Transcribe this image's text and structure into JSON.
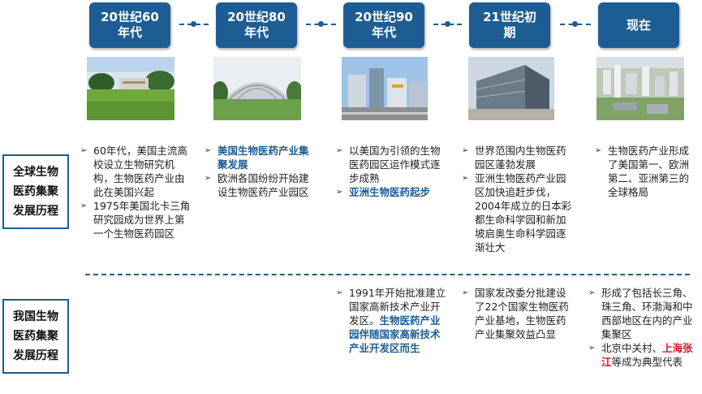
{
  "timeline": {
    "eras": [
      "20世纪60\n年代",
      "20世纪80\n年代",
      "20世纪90\n年代",
      "21世纪初\n期",
      "现在"
    ]
  },
  "row_labels": {
    "global": "全球生物\n医药集聚\n发展历程",
    "domestic": "我国生物\n医药集聚\n发展历程"
  },
  "images": [
    "campus-lawn-photo",
    "dome-building-photo",
    "research-park-photo",
    "modern-building-photo",
    "city-aerial-photo"
  ],
  "global": {
    "col0": [
      "60年代，美国主流高校设立生物研究机构，生物医药产业由此在美国兴起",
      "1975年美国北卡三角研究园成为世界上第一个生物医药园区"
    ],
    "col1": [
      "美国生物医药产业集聚发展",
      "欧洲各国纷纷开始建设生物医药产业园区"
    ],
    "col2": [
      "以美国为引领的生物医药园区运作模式逐步成熟",
      "亚洲生物医药起步"
    ],
    "col3": [
      "世界范围内生物医药园区蓬勃发展",
      "亚洲生物医药产业园区加快追赶步伐，2004年成立的日本彩都生命科学园和新加坡启奥生命科学园逐渐壮大"
    ],
    "col4": [
      "生物医药产业形成了美国第一、欧洲第二、亚洲第三的全球格局"
    ]
  },
  "domestic": {
    "col2_a": "1991年开始批准建立国家高新技术产业开发区。",
    "col2_b": "生物医药产业园伴随国家高新技术产业开发区而生",
    "col3": "国家发改委分批建设了22个国家生物医药产业基地，生物医药产业集聚效益凸显",
    "col4_1": "形成了包括长三角、珠三角、环渤海和中西部地区在内的产业集聚区",
    "col4_2a": "北京中关村、",
    "col4_2b": "上海张江",
    "col4_2c": "等成为典型代表"
  },
  "colors": {
    "primary": "#1d5d93",
    "highlight": "#d0182a"
  }
}
